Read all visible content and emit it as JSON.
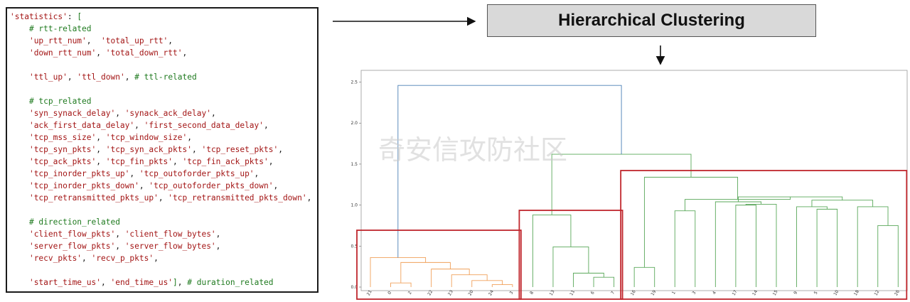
{
  "title": "Hierarchical Clustering",
  "watermark": "奇安信攻防社区",
  "code_lines": [
    [
      {
        "t": "str",
        "v": "'statistics'"
      },
      {
        "t": "pun",
        "v": ": "
      },
      {
        "t": "br",
        "v": "["
      }
    ],
    [
      {
        "t": "pun",
        "v": "    "
      },
      {
        "t": "com",
        "v": "# rtt-related"
      }
    ],
    [
      {
        "t": "pun",
        "v": "    "
      },
      {
        "t": "str",
        "v": "'up_rtt_num'"
      },
      {
        "t": "pun",
        "v": ",  "
      },
      {
        "t": "str",
        "v": "'total_up_rtt'"
      },
      {
        "t": "pun",
        "v": ","
      }
    ],
    [
      {
        "t": "pun",
        "v": "    "
      },
      {
        "t": "str",
        "v": "'down_rtt_num'"
      },
      {
        "t": "pun",
        "v": ", "
      },
      {
        "t": "str",
        "v": "'total_down_rtt'"
      },
      {
        "t": "pun",
        "v": ","
      }
    ],
    [],
    [
      {
        "t": "pun",
        "v": "    "
      },
      {
        "t": "str",
        "v": "'ttl_up'"
      },
      {
        "t": "pun",
        "v": ", "
      },
      {
        "t": "str",
        "v": "'ttl_down'"
      },
      {
        "t": "pun",
        "v": ", "
      },
      {
        "t": "com",
        "v": "# ttl-related"
      }
    ],
    [],
    [
      {
        "t": "pun",
        "v": "    "
      },
      {
        "t": "com",
        "v": "# tcp_related"
      }
    ],
    [
      {
        "t": "pun",
        "v": "    "
      },
      {
        "t": "str",
        "v": "'syn_synack_delay'"
      },
      {
        "t": "pun",
        "v": ", "
      },
      {
        "t": "str",
        "v": "'synack_ack_delay'"
      },
      {
        "t": "pun",
        "v": ","
      }
    ],
    [
      {
        "t": "pun",
        "v": "    "
      },
      {
        "t": "str",
        "v": "'ack_first_data_delay'"
      },
      {
        "t": "pun",
        "v": ", "
      },
      {
        "t": "str",
        "v": "'first_second_data_delay'"
      },
      {
        "t": "pun",
        "v": ","
      }
    ],
    [
      {
        "t": "pun",
        "v": "    "
      },
      {
        "t": "str",
        "v": "'tcp_mss_size'"
      },
      {
        "t": "pun",
        "v": ", "
      },
      {
        "t": "str",
        "v": "'tcp_window_size'"
      },
      {
        "t": "pun",
        "v": ","
      }
    ],
    [
      {
        "t": "pun",
        "v": "    "
      },
      {
        "t": "str",
        "v": "'tcp_syn_pkts'"
      },
      {
        "t": "pun",
        "v": ", "
      },
      {
        "t": "str",
        "v": "'tcp_syn_ack_pkts'"
      },
      {
        "t": "pun",
        "v": ", "
      },
      {
        "t": "str",
        "v": "'tcp_reset_pkts'"
      },
      {
        "t": "pun",
        "v": ","
      }
    ],
    [
      {
        "t": "pun",
        "v": "    "
      },
      {
        "t": "str",
        "v": "'tcp_ack_pkts'"
      },
      {
        "t": "pun",
        "v": ", "
      },
      {
        "t": "str",
        "v": "'tcp_fin_pkts'"
      },
      {
        "t": "pun",
        "v": ", "
      },
      {
        "t": "str",
        "v": "'tcp_fin_ack_pkts'"
      },
      {
        "t": "pun",
        "v": ","
      }
    ],
    [
      {
        "t": "pun",
        "v": "    "
      },
      {
        "t": "str",
        "v": "'tcp_inorder_pkts_up'"
      },
      {
        "t": "pun",
        "v": ", "
      },
      {
        "t": "str",
        "v": "'tcp_outoforder_pkts_up'"
      },
      {
        "t": "pun",
        "v": ","
      }
    ],
    [
      {
        "t": "pun",
        "v": "    "
      },
      {
        "t": "str",
        "v": "'tcp_inorder_pkts_down'"
      },
      {
        "t": "pun",
        "v": ", "
      },
      {
        "t": "str",
        "v": "'tcp_outoforder_pkts_down'"
      },
      {
        "t": "pun",
        "v": ","
      }
    ],
    [
      {
        "t": "pun",
        "v": "    "
      },
      {
        "t": "str",
        "v": "'tcp_retransmitted_pkts_up'"
      },
      {
        "t": "pun",
        "v": ", "
      },
      {
        "t": "str",
        "v": "'tcp_retransmitted_pkts_down'"
      },
      {
        "t": "pun",
        "v": ","
      }
    ],
    [],
    [
      {
        "t": "pun",
        "v": "    "
      },
      {
        "t": "com",
        "v": "# direction_related"
      }
    ],
    [
      {
        "t": "pun",
        "v": "    "
      },
      {
        "t": "str",
        "v": "'client_flow_pkts'"
      },
      {
        "t": "pun",
        "v": ", "
      },
      {
        "t": "str",
        "v": "'client_flow_bytes'"
      },
      {
        "t": "pun",
        "v": ","
      }
    ],
    [
      {
        "t": "pun",
        "v": "    "
      },
      {
        "t": "str",
        "v": "'server_flow_pkts'"
      },
      {
        "t": "pun",
        "v": ", "
      },
      {
        "t": "str",
        "v": "'server_flow_bytes'"
      },
      {
        "t": "pun",
        "v": ","
      }
    ],
    [
      {
        "t": "pun",
        "v": "    "
      },
      {
        "t": "str",
        "v": "'recv_pkts'"
      },
      {
        "t": "pun",
        "v": ", "
      },
      {
        "t": "str",
        "v": "'recv_p_pkts'"
      },
      {
        "t": "pun",
        "v": ","
      }
    ],
    [],
    [
      {
        "t": "pun",
        "v": "    "
      },
      {
        "t": "str",
        "v": "'start_time_us'"
      },
      {
        "t": "pun",
        "v": ", "
      },
      {
        "t": "str",
        "v": "'end_time_us'"
      },
      {
        "t": "br",
        "v": "]"
      },
      {
        "t": "pun",
        "v": ", "
      },
      {
        "t": "com",
        "v": "# duration_related"
      }
    ]
  ],
  "colors": {
    "string": "#a31515",
    "comment": "#1f7a1f",
    "root_link": "#4a7fb5",
    "cluster_orange": "#f0a05a",
    "cluster_green": "#5aa85a",
    "highlight_box": "#c0272d"
  },
  "chart_data": {
    "type": "dendrogram",
    "ylim": [
      0,
      2.6
    ],
    "yticks": [
      "0.0",
      "0.5",
      "1.0",
      "1.5",
      "2.0",
      "2.5"
    ],
    "leaf_order": [
      "21",
      "0",
      "2",
      "22",
      "23",
      "20",
      "24",
      "3",
      "8",
      "13",
      "11",
      "6",
      "7",
      "16",
      "19",
      "1",
      "3",
      "4",
      "17",
      "14",
      "15",
      "9",
      "5",
      "10",
      "18",
      "12",
      "26"
    ],
    "merges": [
      {
        "left": 6,
        "right": 7,
        "height": 0.03,
        "color": "orange"
      },
      {
        "left": 5,
        "right": "m0",
        "height": 0.08,
        "color": "orange"
      },
      {
        "left": 4,
        "right": "m1",
        "height": 0.15,
        "color": "orange"
      },
      {
        "left": 3,
        "right": "m2",
        "height": 0.22,
        "color": "orange"
      },
      {
        "left": 1,
        "right": 2,
        "height": 0.05,
        "color": "orange"
      },
      {
        "left": "m4",
        "right": "m3",
        "height": 0.3,
        "color": "orange"
      },
      {
        "left": 0,
        "right": "m5",
        "height": 0.36,
        "color": "orange"
      },
      {
        "left": 11,
        "right": 12,
        "height": 0.12,
        "color": "green"
      },
      {
        "left": 10,
        "right": "m7",
        "height": 0.17,
        "color": "green"
      },
      {
        "left": 9,
        "right": "m8",
        "height": 0.49,
        "color": "green"
      },
      {
        "left": 8,
        "right": "m9",
        "height": 0.88,
        "color": "green"
      },
      {
        "left": 13,
        "right": 14,
        "height": 0.24,
        "color": "green"
      },
      {
        "left": 15,
        "right": 16,
        "height": 0.93,
        "color": "green"
      },
      {
        "left": 18,
        "right": 19,
        "height": 1.0,
        "color": "green"
      },
      {
        "left": "m13",
        "right": 20,
        "height": 1.01,
        "color": "green"
      },
      {
        "left": 17,
        "right": "m14",
        "height": 1.04,
        "color": "green"
      },
      {
        "left": 22,
        "right": 23,
        "height": 0.95,
        "color": "green"
      },
      {
        "left": 21,
        "right": "m16",
        "height": 0.98,
        "color": "green"
      },
      {
        "left": 25,
        "right": 26,
        "height": 0.75,
        "color": "green"
      },
      {
        "left": 24,
        "right": "m18",
        "height": 0.98,
        "color": "green"
      },
      {
        "left": "m17",
        "right": "m19",
        "height": 1.06,
        "color": "green"
      },
      {
        "left": "m15",
        "right": "m20",
        "height": 1.1,
        "color": "green"
      },
      {
        "left": "m12",
        "right": "m21",
        "height": 1.07,
        "color": "green"
      },
      {
        "left": "m11",
        "right": "m22",
        "height": 1.34,
        "color": "green"
      },
      {
        "left": "m10",
        "right": "m23",
        "height": 1.62,
        "color": "green"
      },
      {
        "left": "m6",
        "right": "m24",
        "height": 2.46,
        "color": "blue"
      }
    ],
    "highlight_groups": [
      {
        "from": 0,
        "to": 7
      },
      {
        "from": 8,
        "to": 12
      },
      {
        "from": 13,
        "to": 26
      }
    ]
  }
}
